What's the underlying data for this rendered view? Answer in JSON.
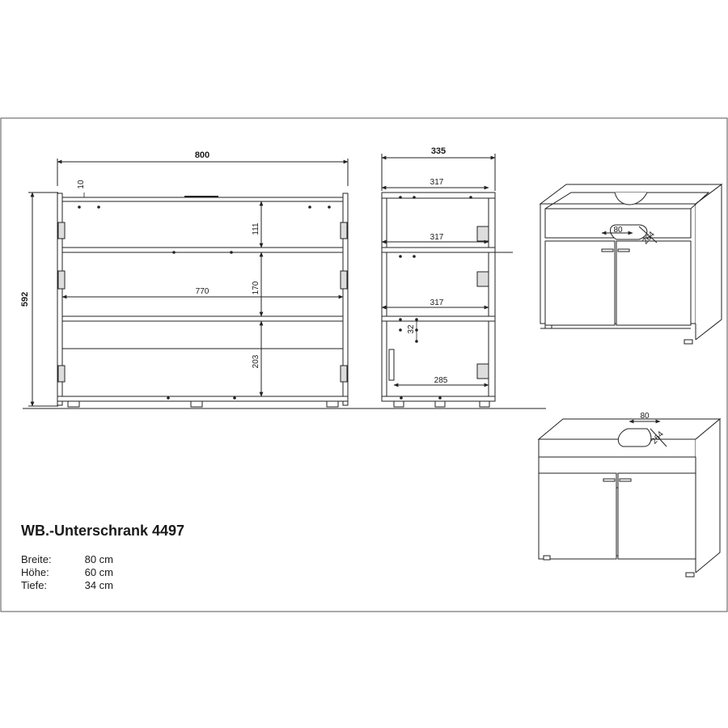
{
  "title": "WB.-Unterschrank 4497",
  "specs": [
    {
      "label": "Breite:",
      "value": "80 cm"
    },
    {
      "label": "Höhe:",
      "value": "60 cm"
    },
    {
      "label": "Tiefe:",
      "value": "34 cm"
    }
  ],
  "front_view": {
    "width_label": "800",
    "height_label": "592",
    "top_gap_label": "10",
    "inner_width_label": "770",
    "shelf_heights": [
      "111",
      "170",
      "203"
    ]
  },
  "side_view": {
    "depth_label": "335",
    "inner_depths": [
      "317",
      "317",
      "317"
    ],
    "bottom_depth_label": "285",
    "hole_spacing_label": "32"
  },
  "perspective_views": [
    {
      "cutout_width": "80",
      "cutout_depth": "264"
    },
    {
      "cutout_width": "80",
      "cutout_depth": "264"
    }
  ]
}
